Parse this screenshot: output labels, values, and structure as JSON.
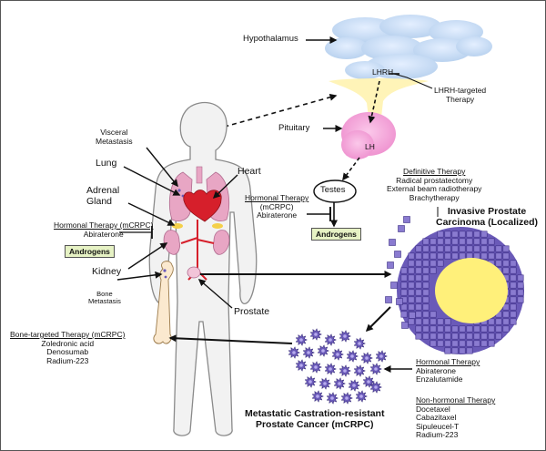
{
  "labels": {
    "hypothalamus": "Hypothalamus",
    "lhrh": "LHRH",
    "lhrh_therapy": [
      "LHRH-targeted",
      "Therapy"
    ],
    "pituitary": "Pituitary",
    "lh": "LH",
    "testes": "Testes",
    "hormonal_mcrpc_top": {
      "title": "Hormonal Therapy",
      "lines": [
        "(mCRPC)",
        "Abiraterone"
      ]
    },
    "androgens": "Androgens",
    "visceral": [
      "Visceral",
      "Metastasis"
    ],
    "lung": "Lung",
    "heart": "Heart",
    "adrenal": [
      "Adrenal",
      "Gland"
    ],
    "hormonal_mcrpc_left": {
      "title": "Hormonal Therapy (mCRPC)",
      "lines": [
        "Abiraterone"
      ]
    },
    "kidney": "Kidney",
    "bone_metastasis": [
      "Bone",
      "Metastasis"
    ],
    "prostate": "Prostate",
    "bone_therapy": {
      "title": "Bone-targeted Therapy (mCRPC)",
      "lines": [
        "Zoledronic acid",
        "Denosumab",
        "Radium-223"
      ]
    },
    "definitive_therapy": {
      "title": "Definitive Therapy",
      "lines": [
        "Radical prostatectomy",
        "External beam radiotherapy",
        "Brachytherapy"
      ]
    },
    "invasive": [
      "Invasive Prostate",
      "Carcinoma (Localized)"
    ],
    "hormonal_therapy_right": {
      "title": "Hormonal Therapy",
      "lines": [
        "Abiraterone",
        "Enzalutamide"
      ]
    },
    "nonhormonal_therapy": {
      "title": "Non-hormonal Therapy",
      "lines": [
        "Docetaxel",
        "Cabazitaxel",
        "Sipuleucel-T",
        "Radium-223"
      ]
    },
    "mcrpc": [
      "Metastatic Castration-resistant",
      "Prostate Cancer (mCRPC)"
    ]
  },
  "colors": {
    "brain": "#c9def5",
    "pituitary_stalk": "#fff3b0",
    "pituitary": "#f5a8d8",
    "organ_pink": "#e8a6c4",
    "heart_red": "#d61f2b",
    "tumor_cell": "#6a5ab8",
    "tumor_center": "#fff07a",
    "androgen_box": "#e6f2c4"
  }
}
